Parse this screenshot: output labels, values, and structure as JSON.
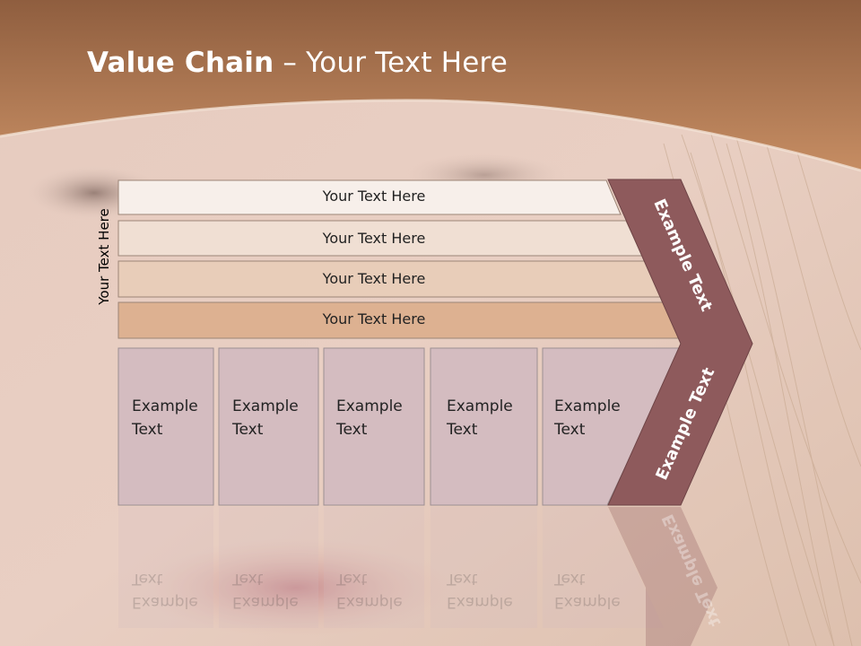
{
  "title": {
    "bold": "Value Chain",
    "rest": " – Your Text Here"
  },
  "side_label": "Your Text Here",
  "rows": [
    {
      "label": "Your Text Here",
      "color": "#f7efea"
    },
    {
      "label": "Your Text Here",
      "color": "#f0dfd3"
    },
    {
      "label": "Your Text Here",
      "color": "#e8cdb9"
    },
    {
      "label": "Your Text Here",
      "color": "#ddb191"
    }
  ],
  "cells": [
    {
      "line1": "Example",
      "line2": "Text"
    },
    {
      "line1": "Example",
      "line2": "Text"
    },
    {
      "line1": "Example",
      "line2": "Text"
    },
    {
      "line1": "Example",
      "line2": "Text"
    },
    {
      "line1": "Example",
      "line2": "Text"
    }
  ],
  "chevron": {
    "upper_text": "Example Text",
    "lower_text": "Example Text",
    "color": "#8e5a5c"
  },
  "colors": {
    "header": "#b57a52",
    "cell_fill": "#d4bcc0",
    "skin": "#e8cabb"
  }
}
